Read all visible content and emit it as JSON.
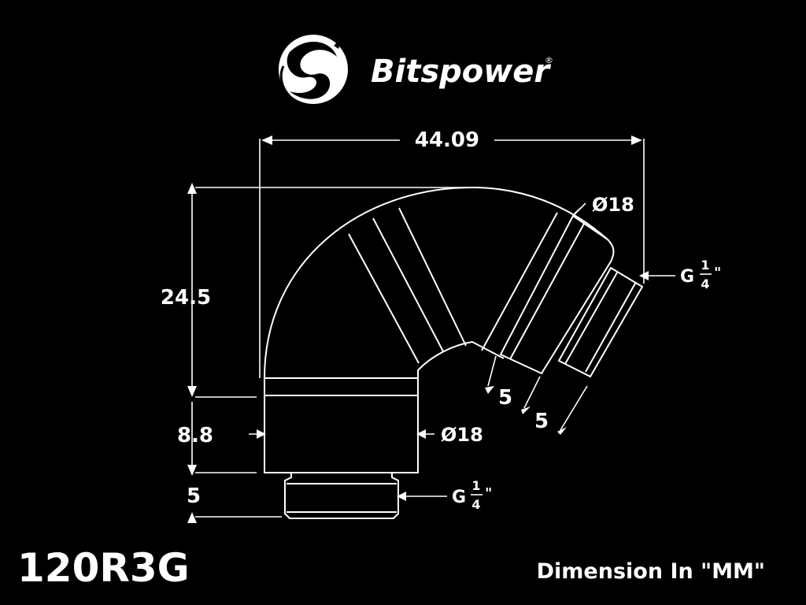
{
  "brand": {
    "name": "Bitspower",
    "registered_mark": "®"
  },
  "model": "120R3G",
  "unit_note": "Dimension In \"MM\"",
  "dimensions": {
    "overall_width": "44.09",
    "upper_height": "24.5",
    "base_height": "8.8",
    "thread_length": "5",
    "diameter_top": "Ø18",
    "diameter_bottom": "Ø18",
    "thread_offset_a": "5",
    "thread_offset_b": "5"
  },
  "thread": {
    "prefix": "G",
    "numerator": "1",
    "denominator": "4",
    "suffix": "\""
  },
  "colors": {
    "background": "#000000",
    "foreground": "#ffffff"
  }
}
